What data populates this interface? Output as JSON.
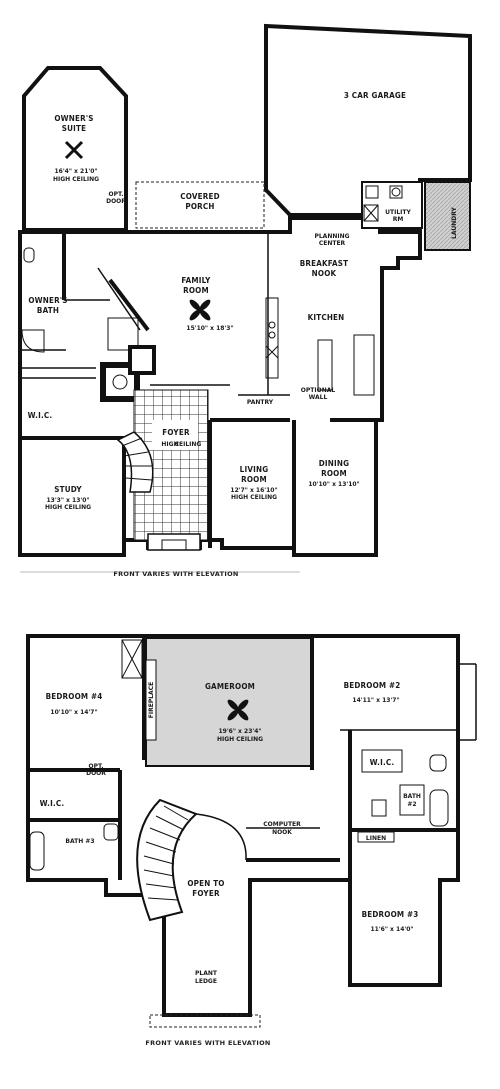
{
  "floor1": {
    "caption": "FRONT VARIES WITH ELEVATION",
    "rooms": {
      "garage": "3 CAR GARAGE",
      "owners_suite": [
        "OWNER'S",
        "SUITE"
      ],
      "owners_suite_dims": [
        "16'4\" x 21'0\"",
        "HIGH CEILING"
      ],
      "opt_door": [
        "OPT.",
        "DOOR"
      ],
      "covered_porch": [
        "COVERED",
        "PORCH"
      ],
      "utility": [
        "UTILITY",
        "RM"
      ],
      "planning_center": [
        "PLANNING",
        "CENTER"
      ],
      "laundry": "LAUNDRY",
      "breakfast_nook": [
        "BREAKFAST",
        "NOOK"
      ],
      "family_room": [
        "FAMILY",
        "ROOM"
      ],
      "family_room_dims": "15'10\" x 18'3\"",
      "owners_bath": [
        "OWNER'S",
        "BATH"
      ],
      "kitchen": "KITCHEN",
      "pantry": "PANTRY",
      "optional_wall": [
        "OPTIONAL",
        "WALL"
      ],
      "wic": "W.I.C.",
      "foyer": [
        "FOYER",
        "HIGH",
        "CEILING"
      ],
      "study": "STUDY",
      "study_dims": [
        "13'3\" x 13'0\"",
        "HIGH CEILING"
      ],
      "living_room": [
        "LIVING",
        "ROOM"
      ],
      "living_room_dims": [
        "12'7\" x 16'10\"",
        "HIGH CEILING"
      ],
      "dining_room": [
        "DINING",
        "ROOM"
      ],
      "dining_room_dims": "10'10\" x 13'10\""
    }
  },
  "floor2": {
    "caption": "FRONT VARIES WITH ELEVATION",
    "rooms": {
      "bedroom4": "BEDROOM #4",
      "bedroom4_dims": "10'10\" x 14'7\"",
      "fireplace": "FIREPLACE",
      "gameroom": "GAMEROOM",
      "gameroom_dims": [
        "19'6\" x 23'4\"",
        "HIGH CEILING"
      ],
      "bedroom2": "BEDROOM #2",
      "bedroom2_dims": "14'11\" x 13'7\"",
      "wic_b2": "W.I.C.",
      "bath2": [
        "BATH",
        "#2"
      ],
      "opt_door": [
        "OPT.",
        "DOOR"
      ],
      "wic_b4": "W.I.C.",
      "bath3": "BATH #3",
      "computer_nook": [
        "COMPUTER",
        "NOOK"
      ],
      "linen": "LINEN",
      "open_to_foyer": [
        "OPEN TO",
        "FOYER"
      ],
      "bedroom3": "BEDROOM #3",
      "bedroom3_dims": "11'6\" x 14'0\"",
      "plant_ledge": [
        "PLANT",
        "LEDGE"
      ]
    }
  }
}
